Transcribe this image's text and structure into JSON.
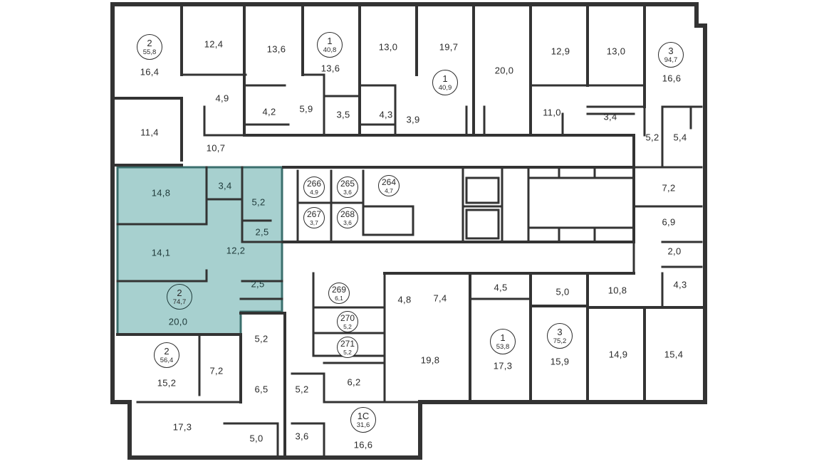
{
  "colors": {
    "wall": "#333333",
    "selected_fill": "#a7d0cf",
    "selected_stroke": "#3b6f6d",
    "background": "#ffffff"
  },
  "badges": [
    {
      "rooms": "2",
      "area": "55,8"
    },
    {
      "rooms": "1",
      "area": "40,8"
    },
    {
      "rooms": "1",
      "area": "40,9"
    },
    {
      "rooms": "3",
      "area": "94,7"
    },
    {
      "rooms": "266",
      "area": "4,9"
    },
    {
      "rooms": "265",
      "area": "3,6"
    },
    {
      "rooms": "264",
      "area": "4,7"
    },
    {
      "rooms": "267",
      "area": "3,7"
    },
    {
      "rooms": "268",
      "area": "3,6"
    },
    {
      "rooms": "2",
      "area": "74,7"
    },
    {
      "rooms": "269",
      "area": "6,1"
    },
    {
      "rooms": "270",
      "area": "5,2"
    },
    {
      "rooms": "271",
      "area": "5,2"
    },
    {
      "rooms": "1",
      "area": "53,8"
    },
    {
      "rooms": "3",
      "area": "75,2"
    },
    {
      "rooms": "2",
      "area": "56,4"
    },
    {
      "rooms": "1С",
      "area": "31,6"
    }
  ],
  "room_areas": [
    "12,4",
    "13,6",
    "13,0",
    "19,7",
    "20,0",
    "12,9",
    "13,0",
    "16,4",
    "13,6",
    "16,6",
    "4,9",
    "4,2",
    "5,9",
    "3,5",
    "4,3",
    "3,9",
    "11,0",
    "3,4",
    "11,4",
    "10,7",
    "5,2",
    "5,4",
    "14,8",
    "3,4",
    "5,2",
    "2,5",
    "7,2",
    "6,9",
    "14,1",
    "12,2",
    "2,0",
    "2,5",
    "20,0",
    "4,8",
    "7,4",
    "4,5",
    "5,0",
    "10,8",
    "4,3",
    "5,2",
    "19,8",
    "17,3",
    "15,9",
    "14,9",
    "15,4",
    "15,2",
    "7,2",
    "6,5",
    "5,2",
    "6,2",
    "17,3",
    "5,0",
    "3,6",
    "16,6"
  ]
}
